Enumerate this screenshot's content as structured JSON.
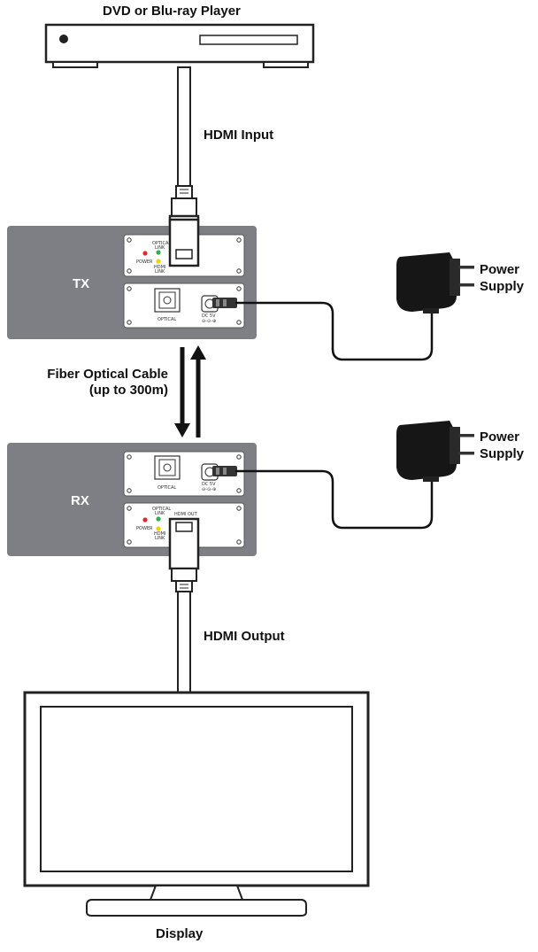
{
  "labels": {
    "player": "DVD or Blu-ray Player",
    "hdmi_input": "HDMI Input",
    "tx": "TX",
    "fiber_line1": "Fiber Optical Cable",
    "fiber_line2": "(up to 300m)",
    "rx": "RX",
    "hdmi_output": "HDMI Output",
    "display": "Display",
    "power_supply_1_line1": "Power",
    "power_supply_1_line2": "Supply",
    "power_supply_2_line1": "Power",
    "power_supply_2_line2": "Supply"
  },
  "panel_text": {
    "optical_link": [
      "OPTICAL",
      "LINK"
    ],
    "power": "POWER",
    "hdmi_link": [
      "HDMI",
      "LINK"
    ],
    "optical": "OPTICAL",
    "dc_5v": "DC 5V",
    "hdmi_out": "HDMI OUT"
  },
  "colors": {
    "unit_body": "#7d7f84",
    "led_red": "#e8262a",
    "led_green": "#2bb24c",
    "led_yellow": "#f2d200",
    "cable": "#111111"
  }
}
